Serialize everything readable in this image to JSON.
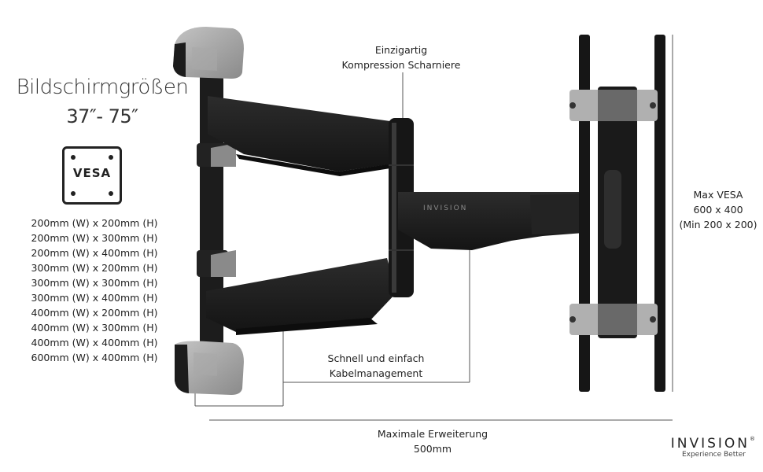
{
  "heading": {
    "title": "Bildschirmgrößen",
    "sizes": "37″- 75″"
  },
  "vesa_badge": {
    "label": "VESA"
  },
  "vesa_patterns": [
    "200mm (W) x 200mm (H)",
    "200mm (W) x 300mm (H)",
    "200mm (W) x 400mm (H)",
    "300mm (W) x 200mm (H)",
    "300mm (W) x 300mm (H)",
    "300mm (W) x 400mm (H)",
    "400mm (W) x 200mm (H)",
    "400mm (W) x 300mm (H)",
    "400mm (W) x 400mm (H)",
    "600mm (W) x 400mm (H)"
  ],
  "callouts": {
    "hinge": [
      "Einzigartig",
      "Kompression Scharniere"
    ],
    "cable": [
      "Schnell und einfach",
      "Kabelmanagement"
    ],
    "max_vesa": [
      "Max VESA",
      "600 x 400",
      "(Min 200 x 200)"
    ],
    "extension": [
      "Maximale Erweiterung",
      "500mm"
    ]
  },
  "product_logo": "INVISION",
  "brand": {
    "name": "INVISION",
    "tagline": "Experience Better",
    "reg": "®"
  },
  "colors": {
    "mount": "#1c1c1c",
    "cap": "#9a9a9a",
    "line": "#555555"
  }
}
